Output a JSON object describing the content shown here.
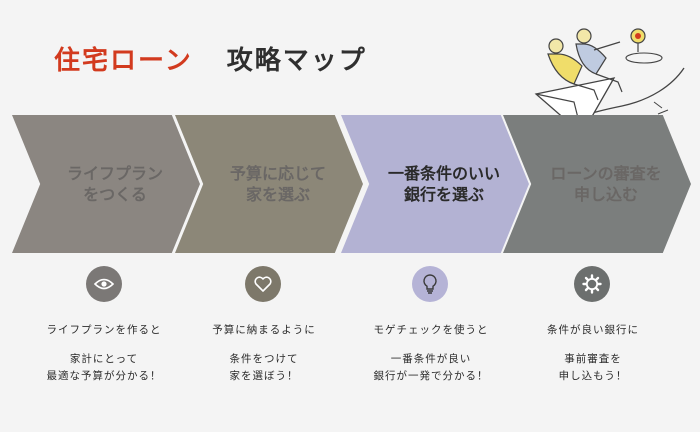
{
  "title": {
    "accent": "住宅ローン",
    "main": "攻略マップ"
  },
  "steps": [
    {
      "label": "ライフプラン\nをつくる",
      "icon": "eye-icon",
      "color": "#8b8681",
      "caption_head": "ライフプランを作ると",
      "caption_body": "家計にとって\n最適な予算が分かる！"
    },
    {
      "label": "予算に応じて\n家を選ぶ",
      "icon": "heart-icon",
      "color": "#8c8778",
      "caption_head": "予算に納まるように",
      "caption_body": "条件をつけて\n家を選ぼう！"
    },
    {
      "label": "一番条件のいい\n銀行を選ぶ",
      "icon": "lightbulb-icon",
      "color": "#b3b2d3",
      "caption_head": "モゲチェックを使うと",
      "caption_body": "一番条件が良い\n銀行が一発で分かる！"
    },
    {
      "label": "ローンの審査を\n申し込む",
      "icon": "gear-icon",
      "color": "#7b7e7d",
      "caption_head": "条件が良い銀行に",
      "caption_body": "事前審査を\n申し込もう！"
    }
  ]
}
